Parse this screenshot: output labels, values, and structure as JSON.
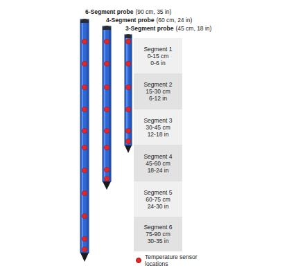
{
  "diagram": {
    "nodes": [
      {
        "text": [
          "Segment 1",
          "0-15 cm",
          "0-6 in"
        ]
      },
      {
        "text": [
          "Segment 2",
          "15-30 cm",
          "6-12 in"
        ]
      },
      {
        "text": [
          "Segment 3",
          "30-45 cm",
          "12-18 in"
        ]
      },
      {
        "text": [
          "Segment 4",
          "45-60 cm",
          "18-24 in"
        ]
      },
      {
        "text": [
          "Segment 5",
          "60-75 cm",
          "24-30 in"
        ]
      },
      {
        "text": [
          "Segment 6",
          "75-90 cm",
          "30-35 in"
        ]
      }
    ],
    "labels": [
      "6-Segment probe",
      "(90 cm, 35 in)",
      "4-Segment probe",
      "(60 cm, 24 in)",
      "3-Segment probe",
      "(45 cm, 18 in)"
    ],
    "legend": [
      {
        "text": "Temperature sensor locations",
        "color": "#e3262a"
      }
    ]
  }
}
